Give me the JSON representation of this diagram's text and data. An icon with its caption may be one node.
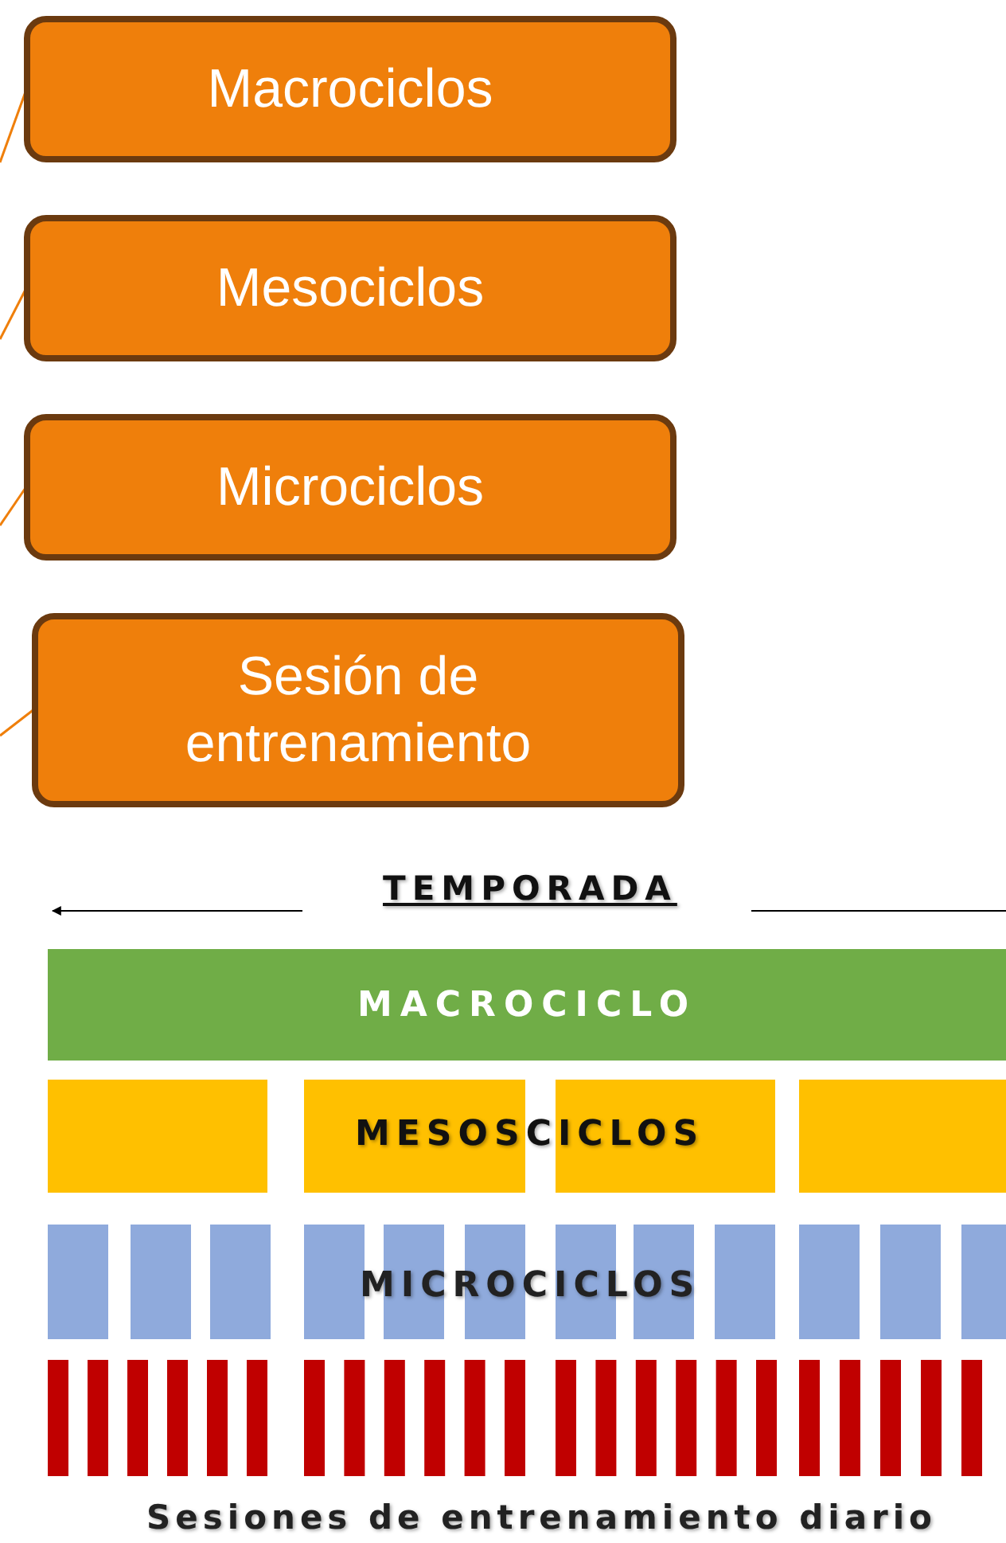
{
  "diagram": {
    "nodes": [
      {
        "text": [
          "Macrociclos"
        ]
      },
      {
        "text": [
          "Mesociclos"
        ]
      },
      {
        "text": [
          "Microciclos"
        ]
      },
      {
        "text": [
          "Sesión de entrenamiento"
        ]
      },
      {
        "text": [
          "MACROCICLO"
        ]
      }
    ],
    "edges": [
      {
        "from": null,
        "to": 0,
        "arrow": "none"
      },
      {
        "from": null,
        "to": 1,
        "arrow": "none"
      },
      {
        "from": null,
        "to": 2,
        "arrow": "none"
      },
      {
        "from": null,
        "to": 3,
        "arrow": "none"
      }
    ],
    "labels": [
      "TEMPORADA",
      "MESOSCICLOS",
      "MICROCICLOS",
      "Sesiones de entrenamiento diario"
    ]
  }
}
